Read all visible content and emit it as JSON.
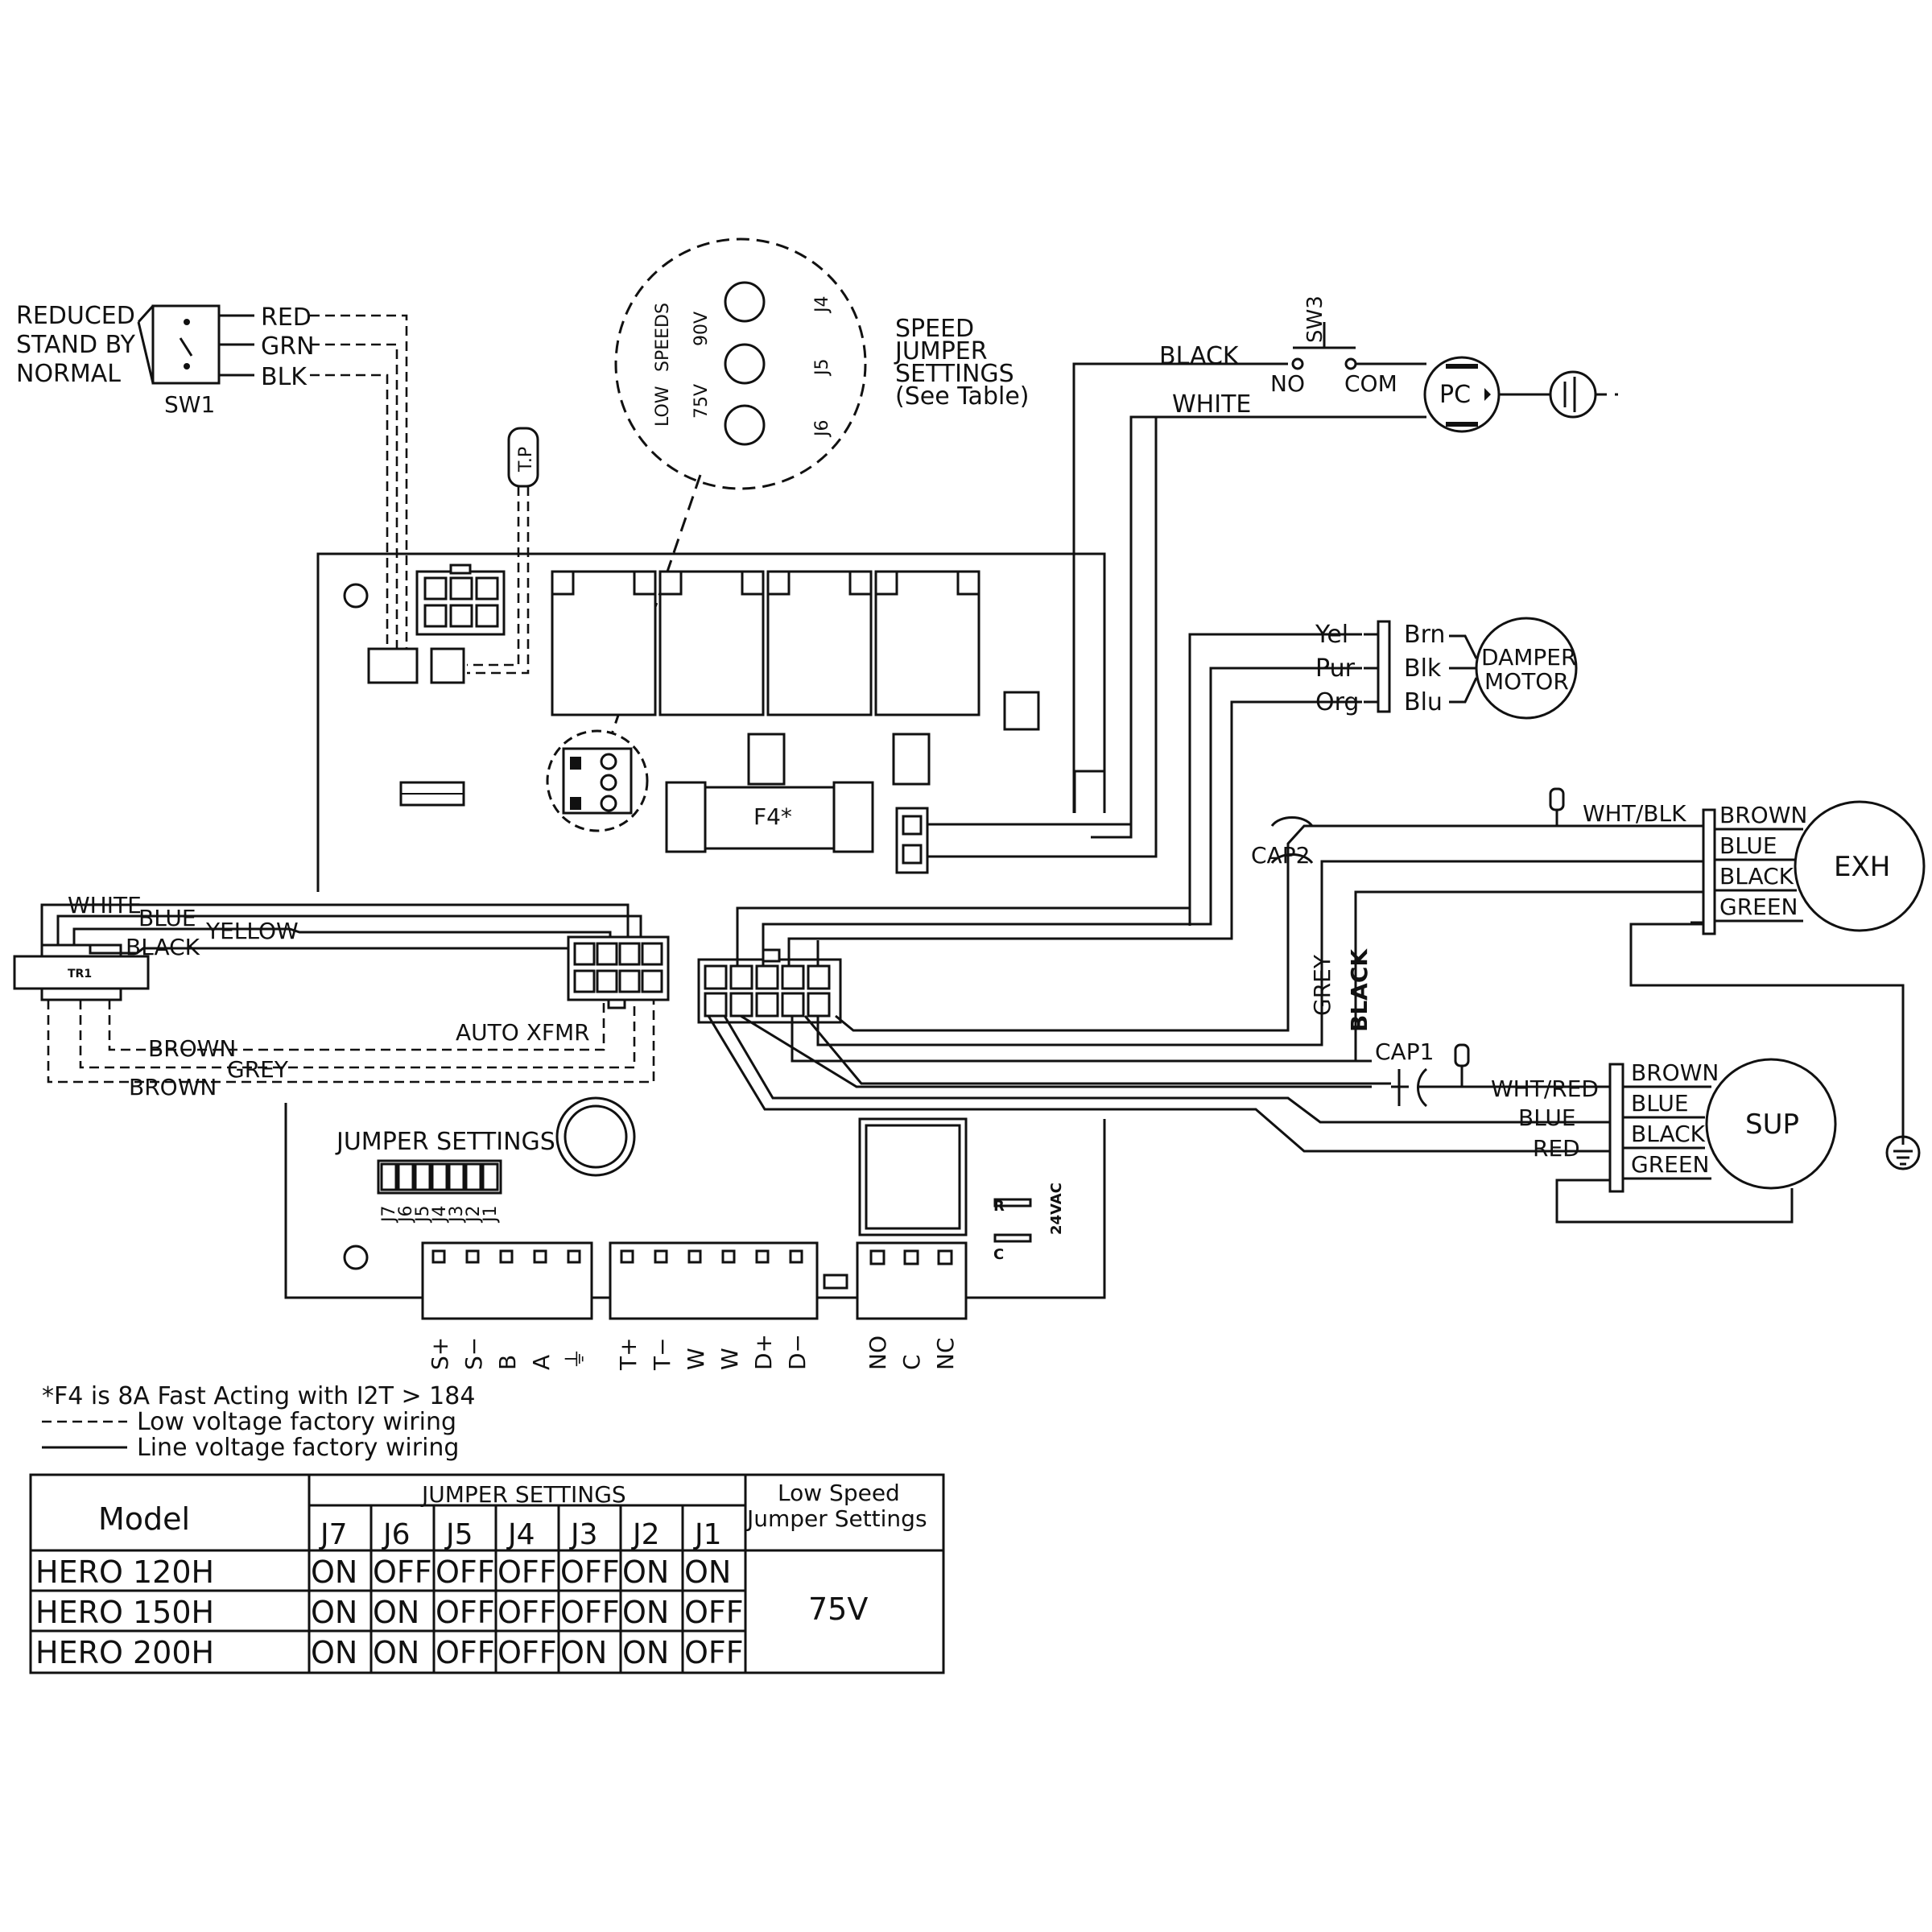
{
  "sw1": {
    "reduced": "REDUCED",
    "standby": "STAND BY",
    "normal": "NORMAL",
    "name": "SW1",
    "red": "RED",
    "grn": "GRN",
    "blk": "BLK"
  },
  "tp": "T.P",
  "speed_circle": {
    "low": "LOW",
    "speeds": "SPEEDS",
    "v75": "75V",
    "v90": "90V",
    "j4": "J4",
    "j5": "J5",
    "j6": "J6"
  },
  "speed_label": {
    "l1": "SPEED",
    "l2": "JUMPER",
    "l3": "SETTINGS",
    "l4": "(See Table)"
  },
  "pc": {
    "black": "BLACK",
    "white": "WHITE",
    "sw3": "SW3",
    "no": "NO",
    "com": "COM",
    "pc": "PC"
  },
  "damper": {
    "yel": "Yel",
    "pur": "Pur",
    "org": "Org",
    "brn": "Brn",
    "blk": "Blk",
    "blu": "Blu",
    "l1": "DAMPER",
    "l2": "MOTOR"
  },
  "exh": {
    "wht_blk": "WHT/BLK",
    "cap2": "CAP2",
    "brown": "BROWN",
    "blue": "BLUE",
    "black": "BLACK",
    "green": "GREEN",
    "name": "EXH",
    "grey": "GREY",
    "black_v": "BLACK"
  },
  "sup": {
    "cap1": "CAP1",
    "wht_red": "WHT/RED",
    "blue": "BLUE",
    "red": "RED",
    "brown": "BROWN",
    "blue2": "BLUE",
    "black": "BLACK",
    "green": "GREEN",
    "name": "SUP"
  },
  "fuse": "F4*",
  "xfmr": {
    "white": "WHITE",
    "blue": "BLUE",
    "yellow": "YELLOW",
    "black": "BLACK",
    "tr1": "TR1",
    "auto": "AUTO XFMR",
    "brown": "BROWN",
    "grey": "GREY",
    "brown2": "BROWN"
  },
  "jumper_label": "JUMPER SETTINGS",
  "jumper_pins": [
    "J7",
    "J6",
    "J5",
    "J4",
    "J3",
    "J2",
    "J1"
  ],
  "relay_labels": {
    "r": "R",
    "c": "C",
    "v": "24VAC"
  },
  "terminals": [
    "S+",
    "S−",
    "B",
    "A",
    "⏚",
    "T+",
    "T−",
    "W",
    "W",
    "D+",
    "D−",
    "NO",
    "C",
    "NC"
  ],
  "notes": {
    "n1": "*F4 is 8A Fast Acting with I2T > 184",
    "n2": "Low voltage factory wiring",
    "n3": "Line voltage factory wiring"
  },
  "table": {
    "model": "Model",
    "jumper_settings": "JUMPER SETTINGS",
    "low_speed_1": "Low Speed",
    "low_speed_2": "Jumper Settings",
    "cols": [
      "J7",
      "J6",
      "J5",
      "J4",
      "J3",
      "J2",
      "J1"
    ],
    "rows": [
      {
        "model": "HERO 120H",
        "vals": [
          "ON",
          "OFF",
          "OFF",
          "OFF",
          "OFF",
          "ON",
          "ON"
        ]
      },
      {
        "model": "HERO 150H",
        "vals": [
          "ON",
          "ON",
          "OFF",
          "OFF",
          "OFF",
          "ON",
          "OFF"
        ]
      },
      {
        "model": "HERO 200H",
        "vals": [
          "ON",
          "ON",
          "OFF",
          "OFF",
          "ON",
          "ON",
          "OFF"
        ]
      }
    ],
    "low_speed_value": "75V"
  }
}
